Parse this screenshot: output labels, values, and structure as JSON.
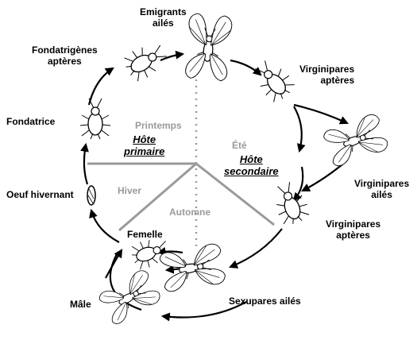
{
  "stages": {
    "emigrants": [
      "Emigrants",
      "ailés"
    ],
    "fondatrigenes": [
      "Fondatrigènes",
      "aptères"
    ],
    "virginipares_apteres_1": [
      "Virginipares",
      "aptères"
    ],
    "fondatrice": "Fondatrice",
    "virginipares_ailes": [
      "Virginipares",
      "ailés"
    ],
    "oeuf_hivernant": "Oeuf hivernant",
    "virginipares_apteres_2": [
      "Virginipares",
      "aptères"
    ],
    "femelle": "Femelle",
    "male": "Mâle",
    "sexupares_ailes": "Sexupares ailés"
  },
  "seasons": {
    "printemps": "Printemps",
    "ete": "Été",
    "hiver": "Hiver",
    "automne": "Automne"
  },
  "hosts": {
    "primaire": [
      "Hôte",
      "primaire"
    ],
    "secondaire": [
      "Hôte",
      "secondaire"
    ]
  }
}
